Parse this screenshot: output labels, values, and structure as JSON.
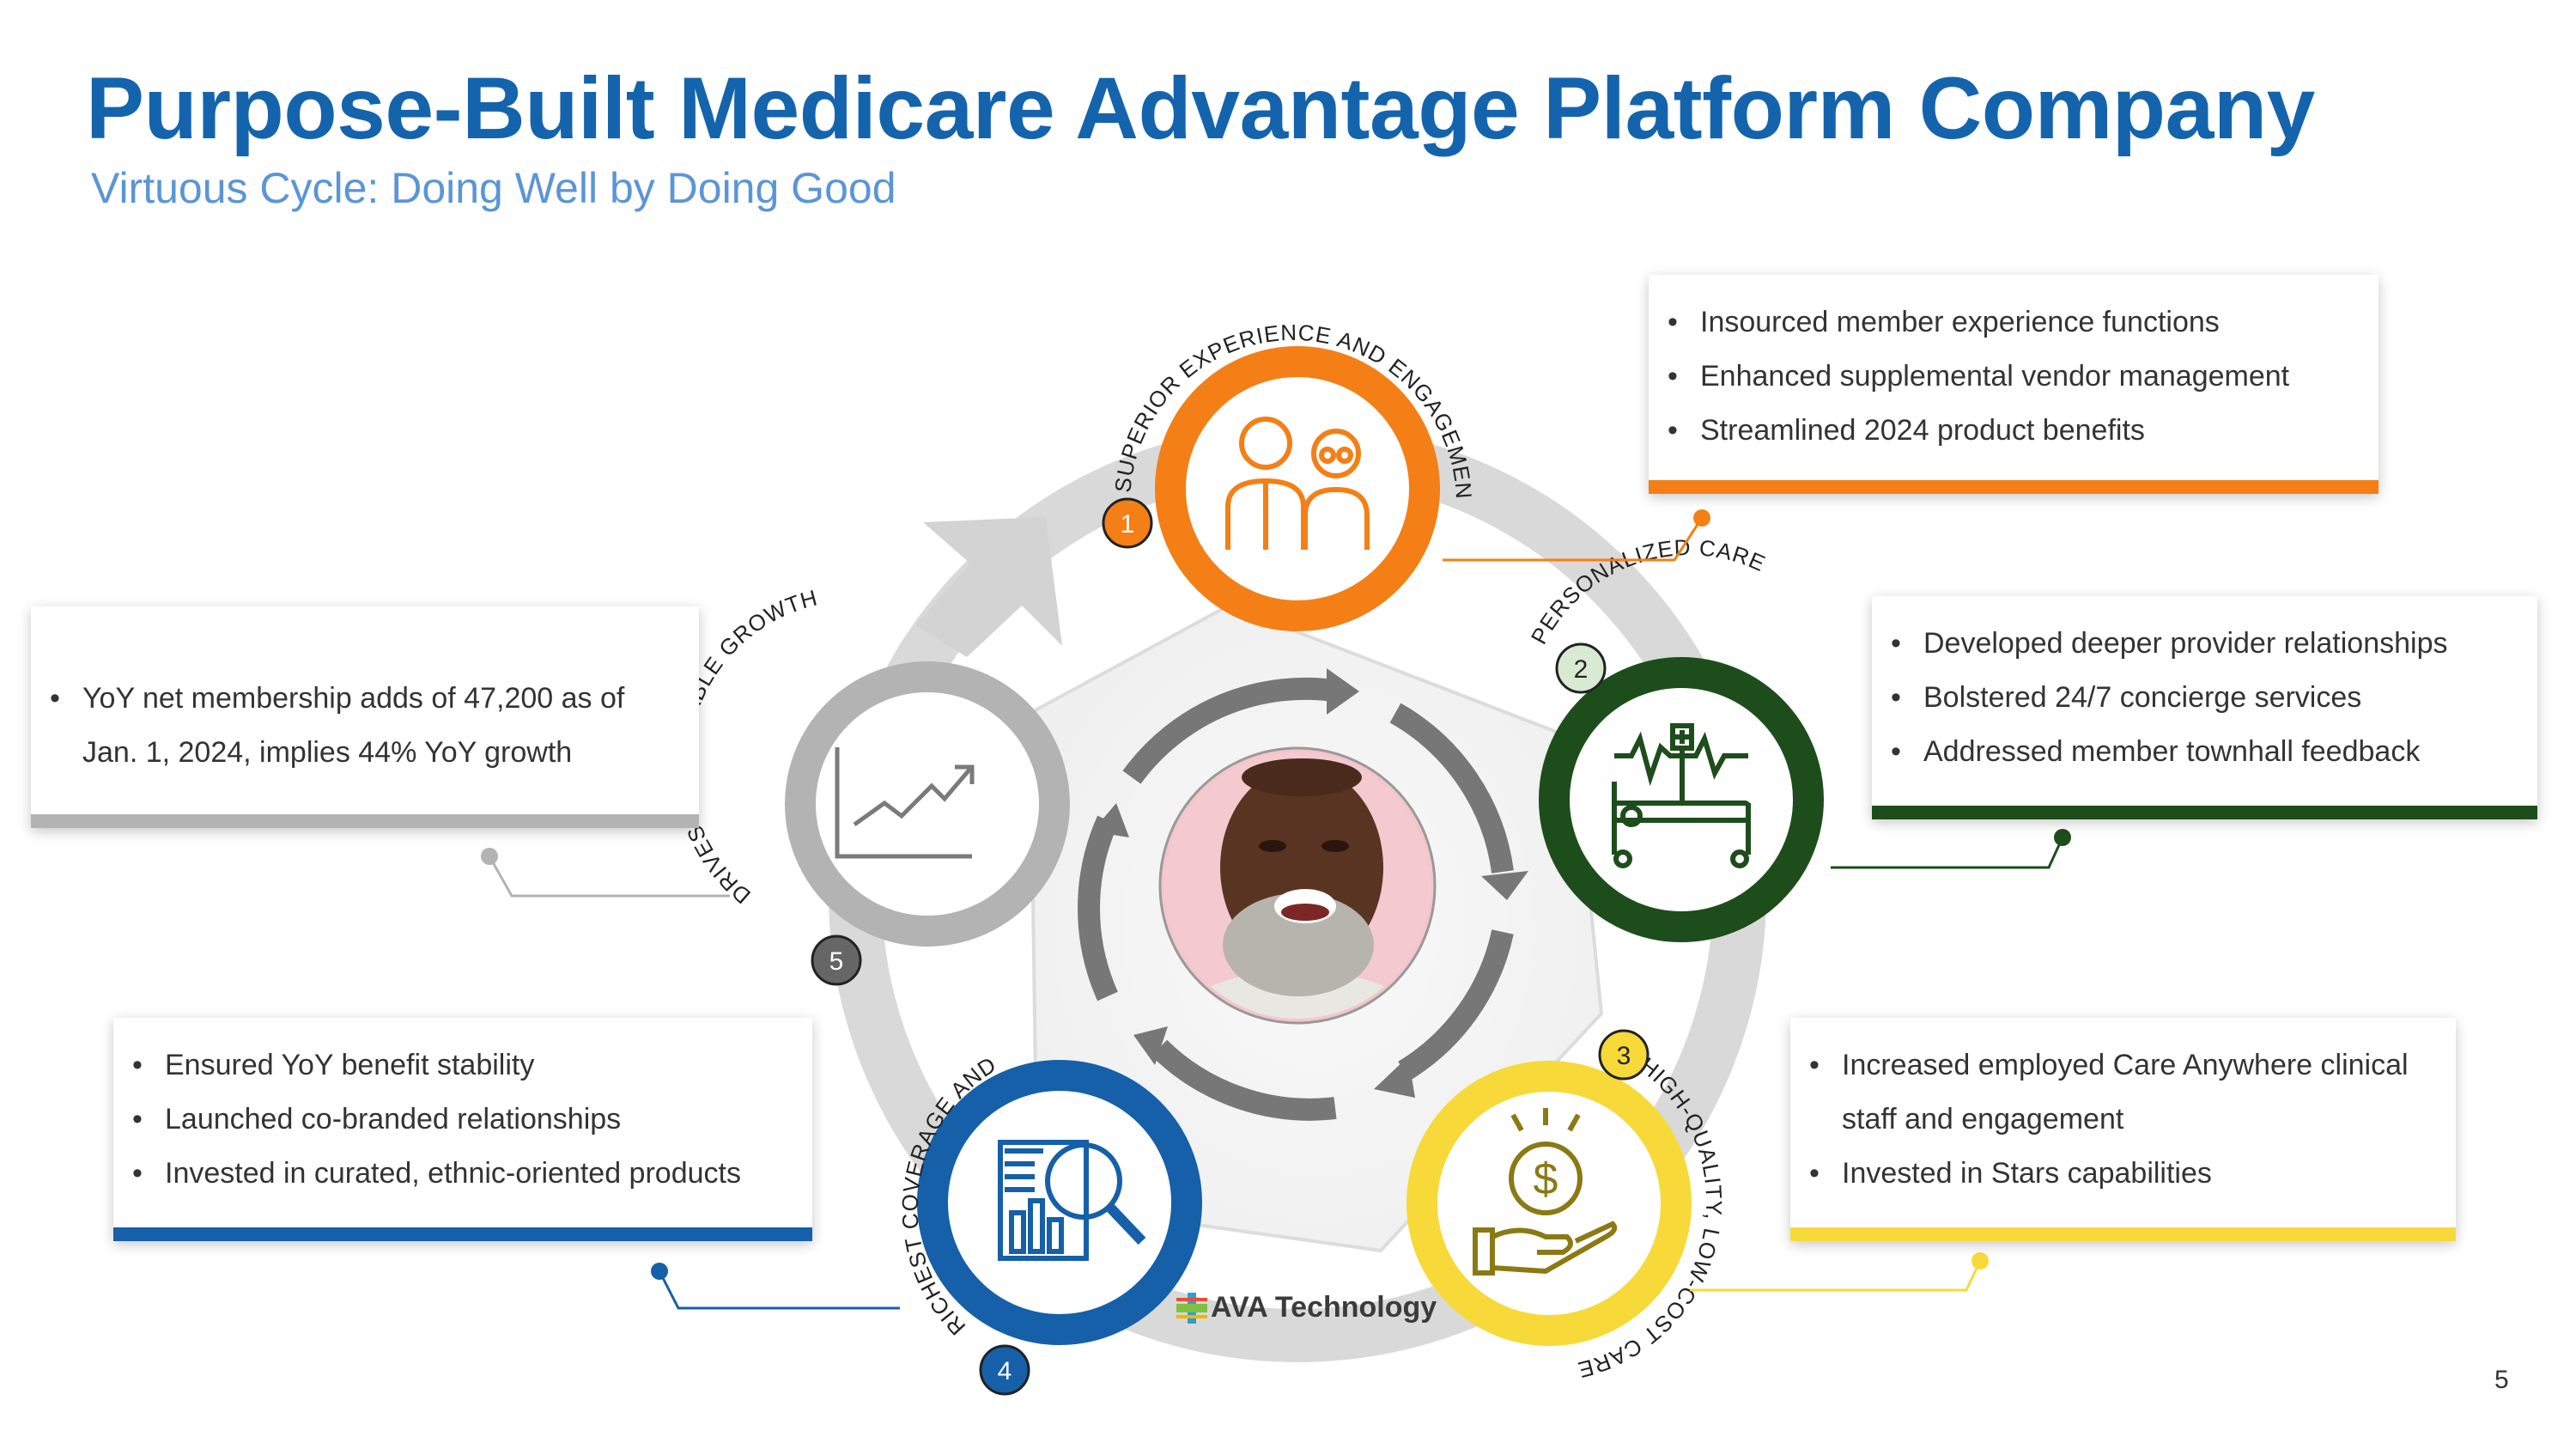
{
  "header": {
    "title": "Purpose-Built Medicare Advantage Platform Company",
    "subtitle": "Virtuous Cycle: Doing Well by Doing Good"
  },
  "cycle_steps": [
    {
      "number": "1",
      "label": "SUPERIOR EXPERIENCE AND ENGAGEMENT",
      "icon": "elderly-couple-icon",
      "color": "#f47f16"
    },
    {
      "number": "2",
      "label": "PERSONALIZED CARE",
      "icon": "hospital-bed-icon",
      "color": "#1e4d1c"
    },
    {
      "number": "3",
      "label": "HIGH-QUALITY, LOW-COST CARE",
      "icon": "money-hand-icon",
      "color": "#f7d939"
    },
    {
      "number": "4",
      "label": "RICHEST COVERAGE AND BENEFITS",
      "icon": "document-search-icon",
      "color": "#1560a8"
    },
    {
      "number": "5",
      "label": "DRIVES SUSTAINABLE GROWTH",
      "icon": "growth-chart-icon",
      "color": "#b3b3b3"
    }
  ],
  "callouts": {
    "experience": {
      "items": [
        "Insourced member experience functions",
        "Enhanced supplemental vendor management",
        "Streamlined 2024 product benefits"
      ]
    },
    "care": {
      "items": [
        "Developed deeper provider relationships",
        "Bolstered 24/7 concierge services",
        "Addressed member townhall feedback"
      ]
    },
    "quality": {
      "items": [
        "Increased employed Care Anywhere clinical",
        "staff and engagement",
        "Invested in Stars capabilities"
      ]
    },
    "coverage": {
      "items": [
        "Ensured YoY benefit stability",
        "Launched co-branded relationships",
        "Invested in curated, ethnic-oriented products"
      ]
    },
    "growth": {
      "items": [
        "YoY net membership adds of 47,200 as of",
        "Jan. 1, 2024, implies 44% YoY growth"
      ]
    }
  },
  "center": {
    "image": "smiling-senior-man-photo"
  },
  "brand": {
    "name": "AVA Technology"
  },
  "footer": {
    "page_number": "5"
  }
}
